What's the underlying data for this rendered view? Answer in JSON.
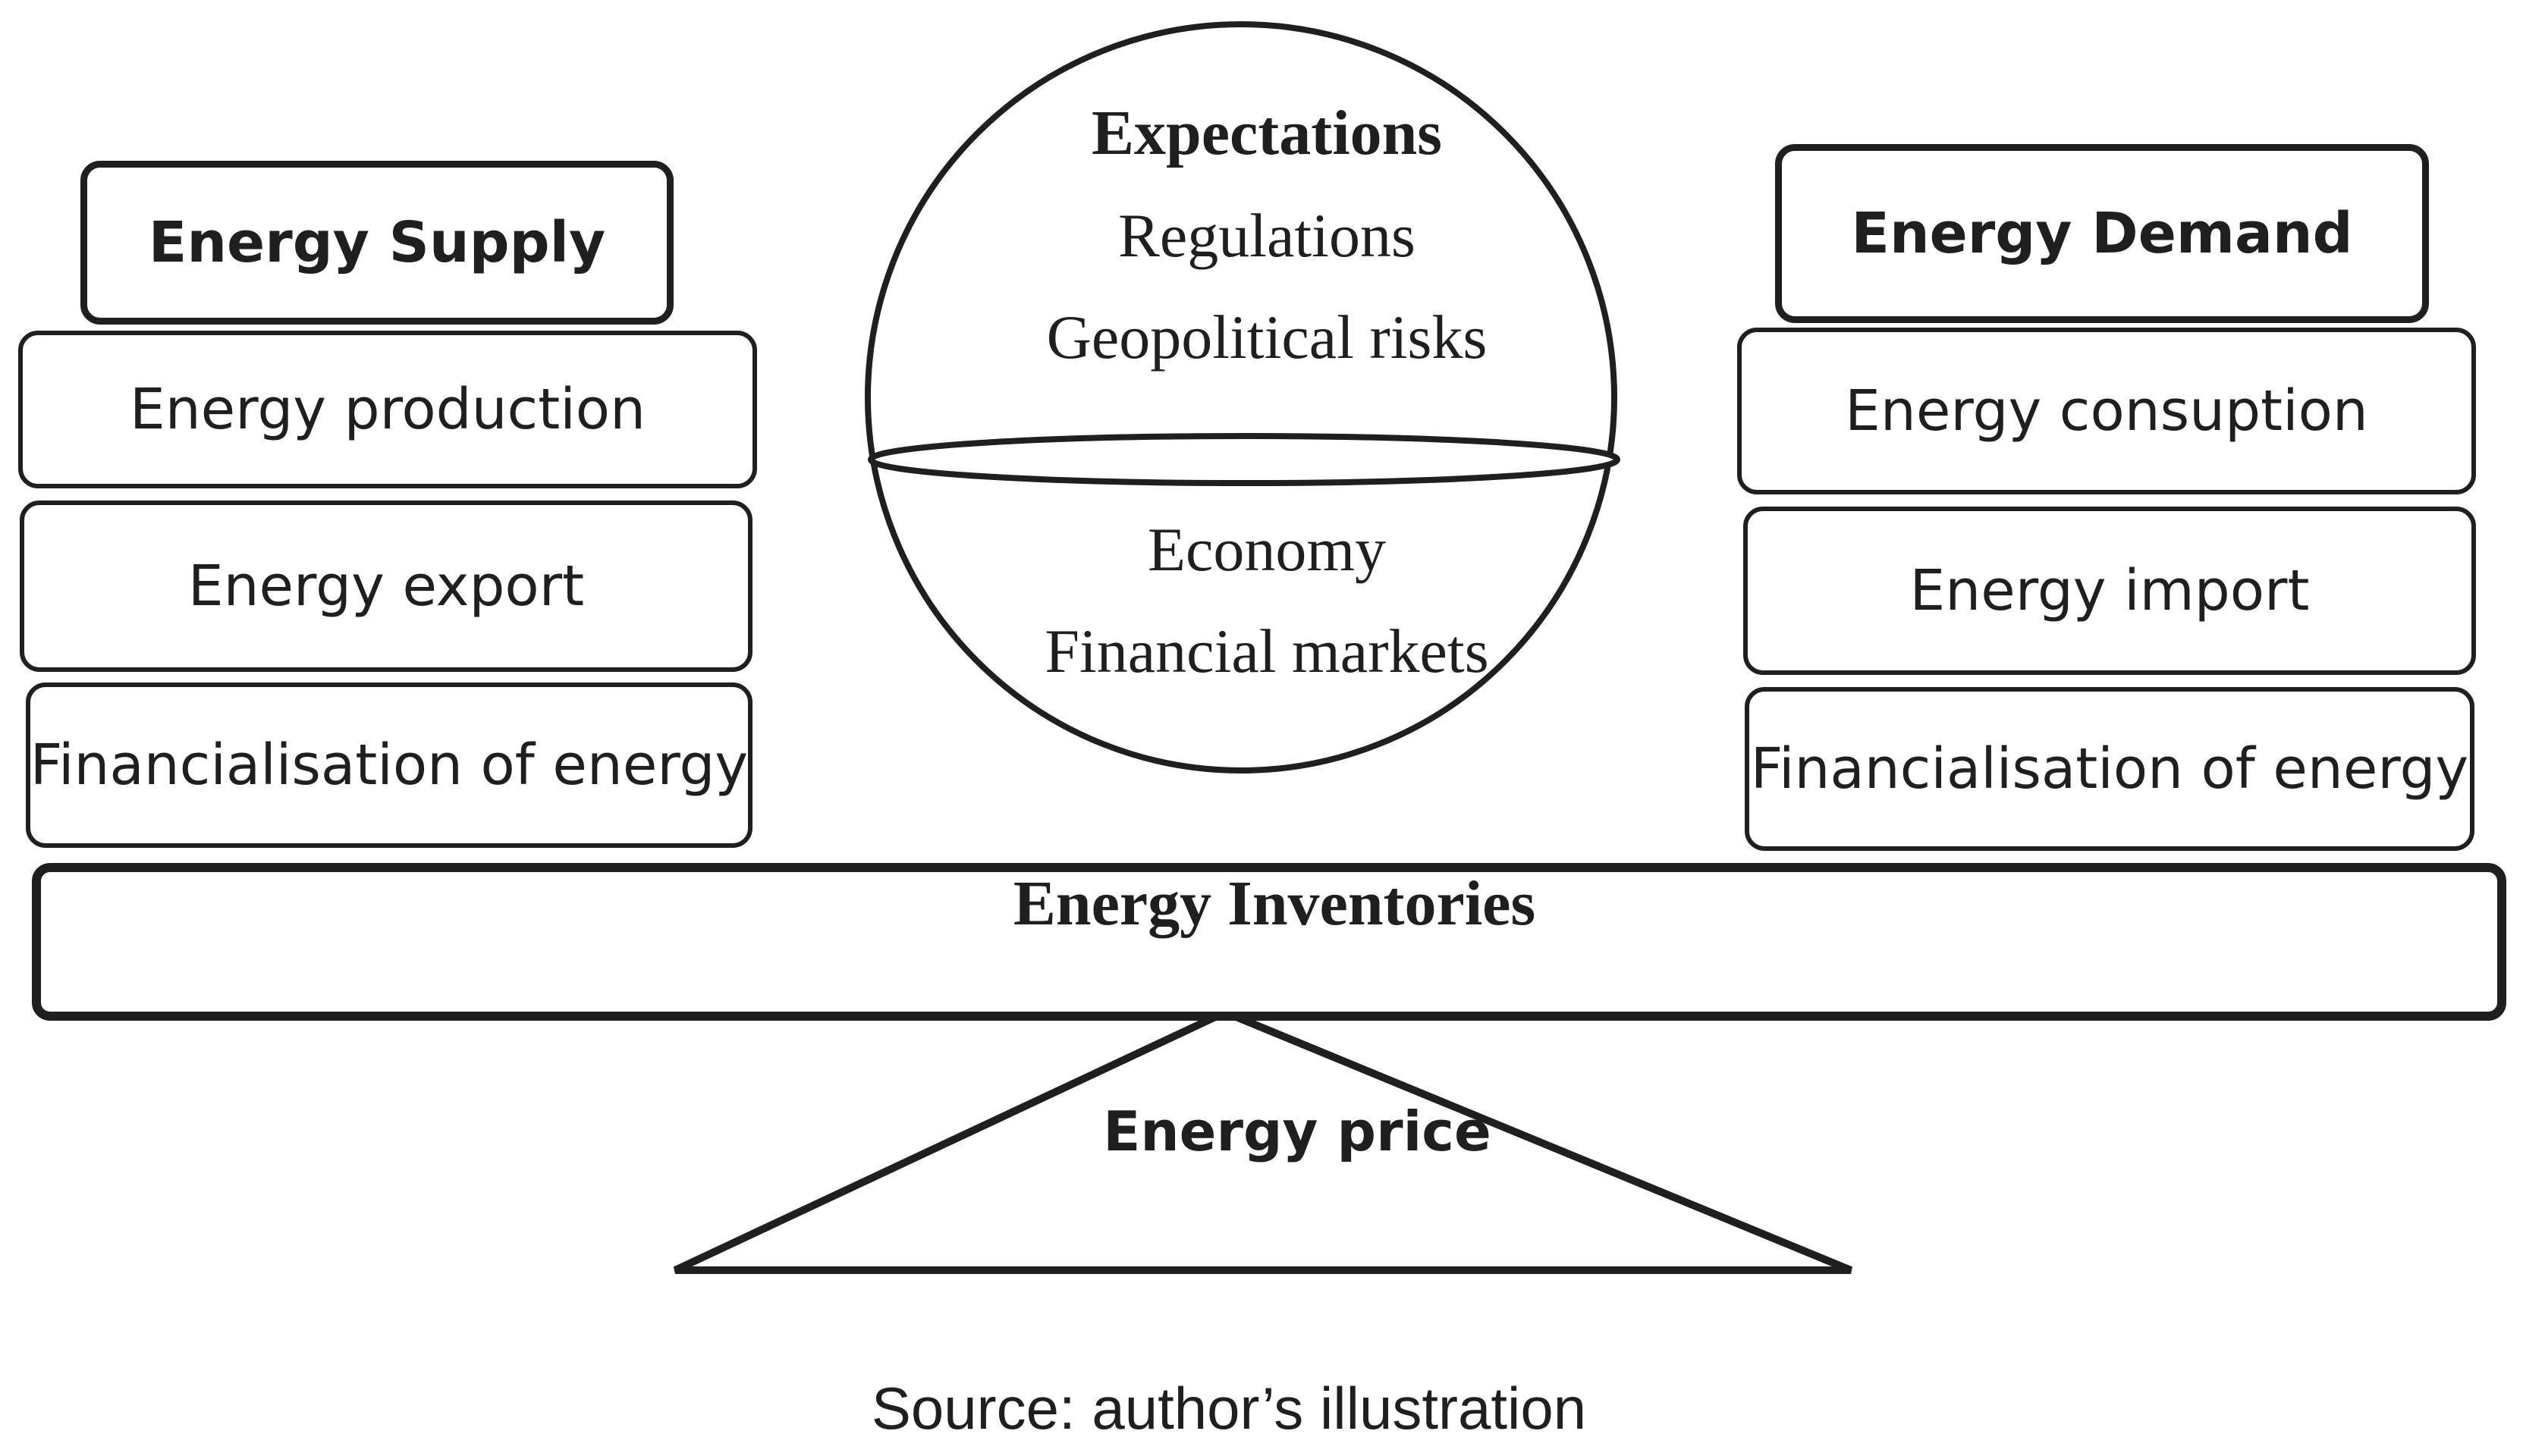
{
  "supply": {
    "title": "Energy Supply",
    "items": [
      "Energy production",
      "Energy export",
      "Financialisation of energy"
    ]
  },
  "demand": {
    "title": "Energy Demand",
    "items": [
      "Energy consuption",
      "Energy import",
      "Financialisation of energy"
    ]
  },
  "sphere": {
    "title": "Expectations",
    "upper": [
      "Regulations",
      "Geopolitical risks"
    ],
    "lower": [
      "Economy",
      "Financial markets"
    ]
  },
  "beam": {
    "label": "Energy Inventories"
  },
  "fulcrum": {
    "label": "Energy price"
  },
  "caption": "Source: author’s illustration"
}
